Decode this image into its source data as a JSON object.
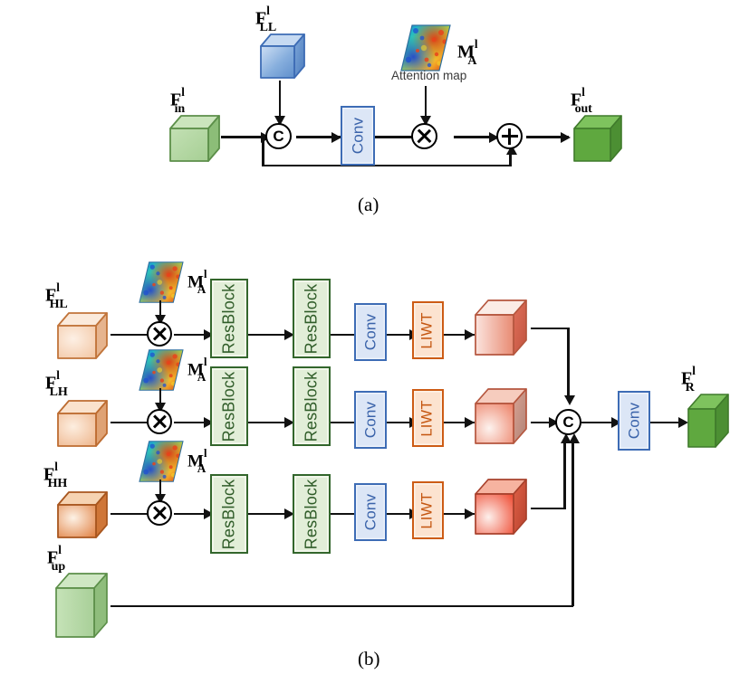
{
  "figure": {
    "panels": [
      {
        "id": "a",
        "caption": "(a)"
      },
      {
        "id": "b",
        "caption": "(b)"
      }
    ]
  },
  "panel_a": {
    "caption": "(a)",
    "attention_caption": "Attention map",
    "tensors": [
      {
        "name": "F_in",
        "base": "F",
        "sub": "in",
        "sup": "l",
        "color": "#9ccb8e",
        "style": "light-green-cube"
      },
      {
        "name": "F_LL",
        "base": "F",
        "sub": "LL",
        "sup": "l",
        "color": "#6d9ad4",
        "style": "blue-cube"
      },
      {
        "name": "F_out",
        "base": "F",
        "sub": "out",
        "sup": "l",
        "color": "#56a23c",
        "style": "solid-green-cube"
      },
      {
        "name": "M_A",
        "base": "M",
        "sub": "A",
        "sup": "l",
        "color": "#2a8fbd",
        "style": "attention-map"
      }
    ],
    "blocks": [
      {
        "type": "conv",
        "label": "Conv"
      }
    ],
    "operators": [
      {
        "type": "concat",
        "glyph": "C"
      },
      {
        "type": "multiply",
        "glyph": "⊗"
      },
      {
        "type": "add",
        "glyph": "⊕"
      }
    ]
  },
  "panel_b": {
    "caption": "(b)",
    "branches": [
      {
        "input": {
          "base": "F",
          "sub": "HL",
          "sup": "l",
          "color": "#f3c9a8"
        },
        "mask": {
          "base": "M",
          "sub": "A",
          "sup": "l"
        },
        "blocks": [
          "ResBlock",
          "ResBlock",
          "Conv",
          "LIWT"
        ],
        "output": {
          "color": "#e8836a",
          "style": "red-slab"
        }
      },
      {
        "input": {
          "base": "F",
          "sub": "LH",
          "sup": "l",
          "color": "#f0bb95"
        },
        "mask": {
          "base": "M",
          "sub": "A",
          "sup": "l"
        },
        "blocks": [
          "ResBlock",
          "ResBlock",
          "Conv",
          "LIWT"
        ],
        "output": {
          "color": "#ef7a5e",
          "style": "red-slab"
        }
      },
      {
        "input": {
          "base": "F",
          "sub": "HH",
          "sup": "l",
          "color": "#e58a4e"
        },
        "mask": {
          "base": "M",
          "sub": "A",
          "sup": "l"
        },
        "blocks": [
          "ResBlock",
          "ResBlock",
          "Conv",
          "LIWT"
        ],
        "output": {
          "color": "#ef4a31",
          "style": "red-slab"
        }
      }
    ],
    "skip": {
      "input": {
        "base": "F",
        "sub": "up",
        "sup": "l",
        "color": "#a8cf98",
        "style": "tall-green-slab"
      }
    },
    "merge": {
      "type": "concat",
      "glyph": "C"
    },
    "tail_block": {
      "type": "conv",
      "label": "Conv"
    },
    "output": {
      "base": "F",
      "sub": "R",
      "sup": "l",
      "color": "#56a23c",
      "style": "solid-green-slab"
    },
    "block_labels": {
      "resblock": "ResBlock",
      "conv": "Conv",
      "liwt": "LIWT"
    }
  },
  "colors": {
    "conv_fill": "#dce6f6",
    "conv_stroke": "#3d6cb5",
    "conv_text": "#3a63aa",
    "resblock_fill": "#e2eed8",
    "resblock_stroke": "#33662c",
    "resblock_text": "#2f5c28",
    "liwt_fill": "#fce3d0",
    "liwt_stroke": "#cd5c15",
    "liwt_text": "#c4550f",
    "wire": "#111111",
    "background": "#ffffff"
  }
}
